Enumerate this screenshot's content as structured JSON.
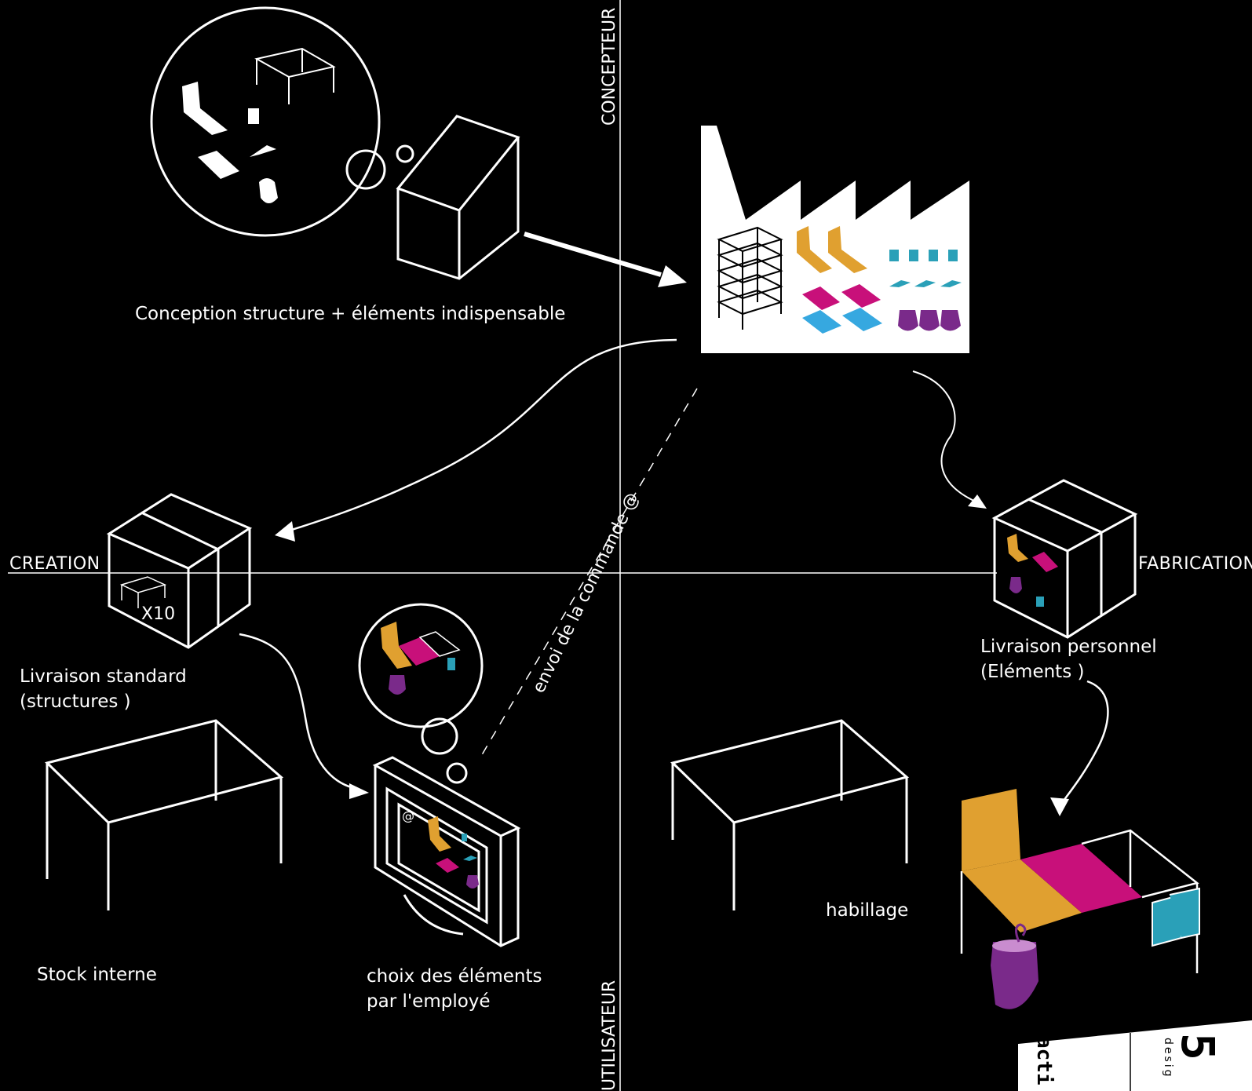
{
  "axes": {
    "top": "CONCEPTEUR",
    "bottom": "UTILISATEUR",
    "left": "CREATION",
    "right": "FABRICATION"
  },
  "labels": {
    "conception": "Conception structure + éléments indispensable",
    "livraison_standard_1": "Livraison standard",
    "livraison_standard_2": "(structures )",
    "stock": "Stock interne",
    "choix_1": "choix des éléments",
    "choix_2": "par l'employé",
    "envoi": "envoi de la commande @",
    "livraison_perso_1": "Livraison personnel",
    "livraison_perso_2": "(Eléments )",
    "habillage": "habillage",
    "box_count": "X10",
    "screen_at": "@"
  },
  "logo": {
    "text": "acti",
    "number": "5",
    "sub": "desig"
  },
  "colors": {
    "background": "#000000",
    "line": "#ffffff",
    "orange": "#e0a030",
    "magenta": "#c8107a",
    "cyan": "#2aa0b8",
    "blue": "#36a8e0",
    "purple": "#7a2a8a"
  }
}
